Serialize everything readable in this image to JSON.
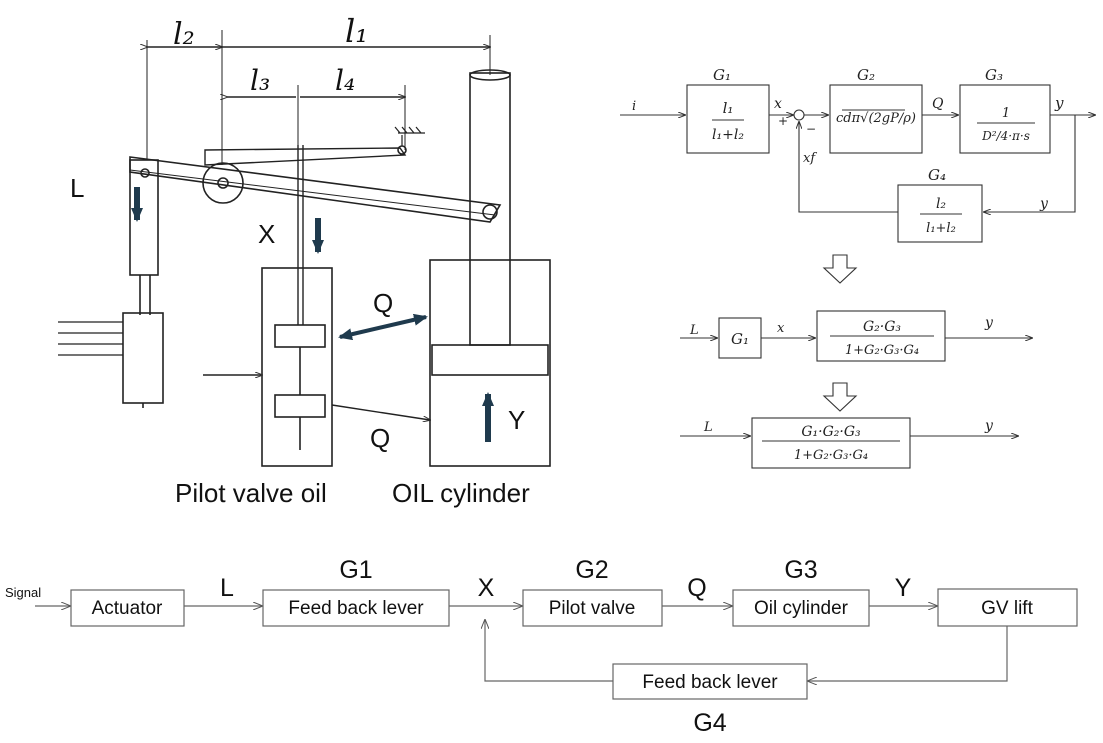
{
  "mechanism": {
    "dims": {
      "l1": "l₁",
      "l2": "l₂",
      "l3": "l₃",
      "l4": "l₄"
    },
    "labels": {
      "L": "L",
      "X": "X",
      "Q_top": "Q",
      "Q_bottom": "Q",
      "Y": "Y"
    },
    "captions": {
      "pilot_valve": "Pilot valve oil",
      "oil_cylinder": "OIL cylinder"
    },
    "arrow_color": "#1f3a4d"
  },
  "handwritten_diagram": {
    "input_label": "i",
    "g1": {
      "name": "G₁",
      "num": "l₁",
      "den": "l₁+l₂"
    },
    "g2": {
      "name": "G₂",
      "expr": "cdπ√(2gP/ρ)"
    },
    "g3": {
      "name": "G₃",
      "num": "1",
      "den": "D²/4·π·s"
    },
    "g4": {
      "name": "G₄",
      "num": "l₂",
      "den": "l₁+l₂"
    },
    "signals": {
      "x": "x",
      "plus": "+",
      "minus": "−",
      "q": "Q",
      "y_out": "y",
      "xf": "xf",
      "y_fb": "y"
    },
    "step2": {
      "input": "L",
      "g1": "G₁",
      "mid": "x",
      "num": "G₂·G₃",
      "den": "1+G₂·G₃·G₄",
      "output": "y"
    },
    "step3": {
      "input": "L",
      "num": "G₁·G₂·G₃",
      "den": "1+G₂·G₃·G₄",
      "output": "y"
    }
  },
  "block_diagram": {
    "signal_label": "Signal",
    "blocks": {
      "actuator": "Actuator",
      "feedback_lever": "Feed back lever",
      "pilot_valve": "Pilot valve",
      "oil_cylinder": "Oil cylinder",
      "gv_lift": "GV lift",
      "feedback_lever_return": "Feed back lever"
    },
    "gains": {
      "g1": "G1",
      "g2": "G2",
      "g3": "G3",
      "g4": "G4"
    },
    "signals": {
      "L": "L",
      "X": "X",
      "Q": "Q",
      "Y": "Y"
    }
  }
}
